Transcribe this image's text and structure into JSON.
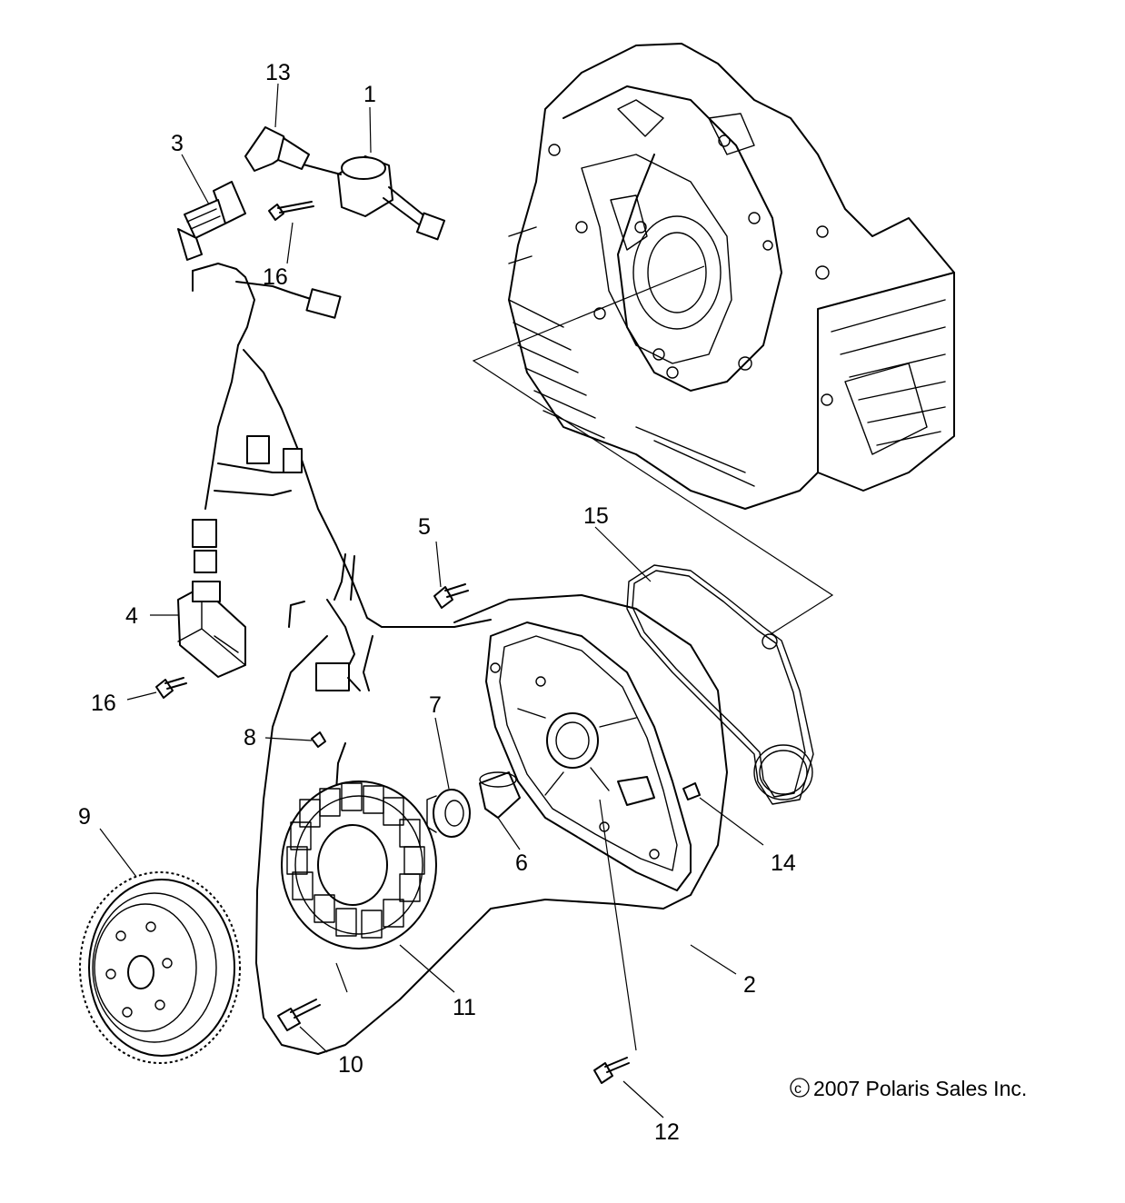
{
  "diagram": {
    "callouts": [
      {
        "id": "1",
        "label": "1"
      },
      {
        "id": "2",
        "label": "2"
      },
      {
        "id": "3",
        "label": "3"
      },
      {
        "id": "4",
        "label": "4"
      },
      {
        "id": "5",
        "label": "5"
      },
      {
        "id": "6",
        "label": "6"
      },
      {
        "id": "7",
        "label": "7"
      },
      {
        "id": "8",
        "label": "8"
      },
      {
        "id": "9",
        "label": "9"
      },
      {
        "id": "10",
        "label": "10"
      },
      {
        "id": "11",
        "label": "11"
      },
      {
        "id": "12",
        "label": "12"
      },
      {
        "id": "13",
        "label": "13"
      },
      {
        "id": "14",
        "label": "14"
      },
      {
        "id": "15",
        "label": "15"
      },
      {
        "id": "16a",
        "label": "16"
      },
      {
        "id": "16b",
        "label": "16"
      }
    ],
    "copyright": "2007 Polaris Sales Inc.",
    "copyright_symbol": "c"
  }
}
